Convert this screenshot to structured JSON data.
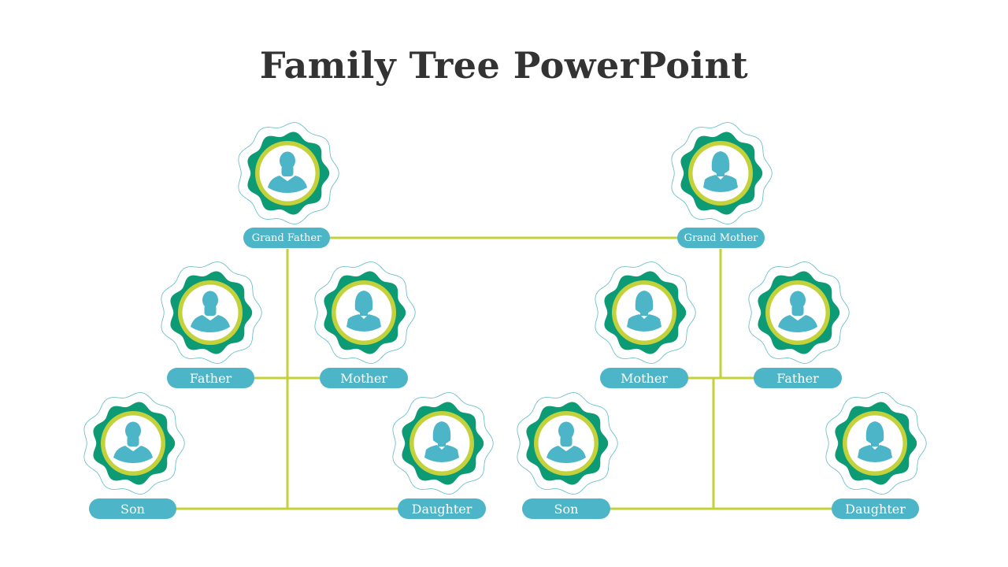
{
  "title": "Family Tree PowerPoint",
  "colors": {
    "line": "#c3d23a",
    "badge_dark": "#0d9b75",
    "ring": "#c3d23a",
    "person": "#4cb5c7",
    "label_bg": "#4cb5c7",
    "outline": "#5bb9c9"
  },
  "members": [
    {
      "id": "grandfather",
      "label": "Grand Father",
      "icon": "male-person-icon"
    },
    {
      "id": "grandmother",
      "label": "Grand Mother",
      "icon": "female-person-icon"
    },
    {
      "id": "left-father",
      "label": "Father",
      "icon": "male-person-icon"
    },
    {
      "id": "left-mother",
      "label": "Mother",
      "icon": "female-person-icon"
    },
    {
      "id": "right-mother",
      "label": "Mother",
      "icon": "female-person-icon"
    },
    {
      "id": "right-father",
      "label": "Father",
      "icon": "male-person-icon"
    },
    {
      "id": "left-son",
      "label": "Son",
      "icon": "male-person-icon"
    },
    {
      "id": "left-daughter",
      "label": "Daughter",
      "icon": "female-person-icon"
    },
    {
      "id": "right-son",
      "label": "Son",
      "icon": "male-person-icon"
    },
    {
      "id": "right-daughter",
      "label": "Daughter",
      "icon": "female-person-icon"
    }
  ]
}
